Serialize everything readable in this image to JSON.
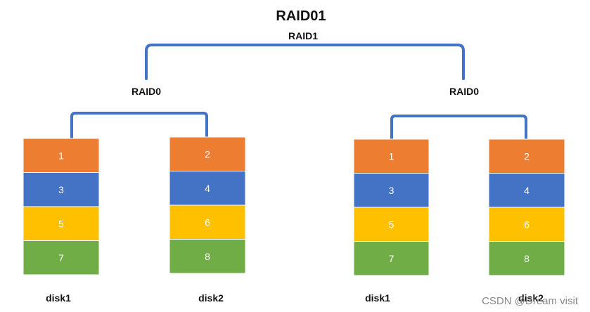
{
  "title": "RAID01",
  "mirror_label": "RAID1",
  "colors": {
    "connector": "#4472c4",
    "orange": "#ed7d31",
    "blue": "#4472c4",
    "yellow": "#ffc000",
    "green": "#70ad47",
    "block_text": "#ffffff"
  },
  "groups": [
    {
      "label": "RAID0",
      "disks": [
        {
          "name": "disk1",
          "blocks": [
            "1",
            "3",
            "5",
            "7"
          ]
        },
        {
          "name": "disk2",
          "blocks": [
            "2",
            "4",
            "6",
            "8"
          ]
        }
      ]
    },
    {
      "label": "RAID0",
      "disks": [
        {
          "name": "disk1",
          "blocks": [
            "1",
            "3",
            "5",
            "7"
          ]
        },
        {
          "name": "disk2",
          "blocks": [
            "2",
            "4",
            "6",
            "8"
          ]
        }
      ]
    }
  ],
  "block_color_keys": [
    "orange",
    "blue",
    "yellow",
    "green"
  ],
  "watermark": "CSDN @Dream visit"
}
